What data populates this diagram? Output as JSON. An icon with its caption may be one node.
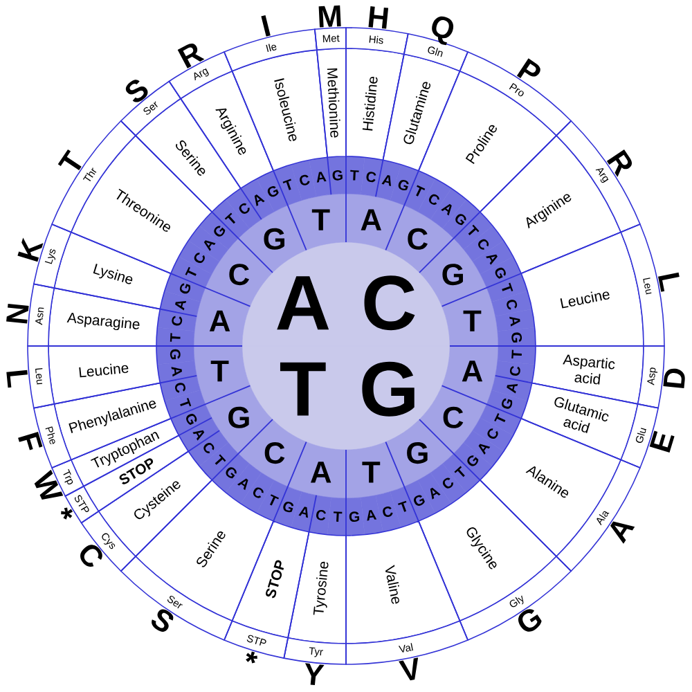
{
  "diagram": {
    "nodes": [
      {
        "text": [
          "A"
        ]
      },
      {
        "text": [
          "C"
        ]
      },
      {
        "text": [
          "G"
        ]
      },
      {
        "text": [
          "T"
        ]
      },
      {
        "text": [
          "A"
        ]
      },
      {
        "text": [
          "C"
        ]
      },
      {
        "text": [
          "G"
        ]
      },
      {
        "text": [
          "T"
        ]
      },
      {
        "text": [
          "A"
        ]
      },
      {
        "text": [
          "C"
        ]
      },
      {
        "text": [
          "G"
        ]
      },
      {
        "text": [
          "T"
        ]
      },
      {
        "text": [
          "A"
        ]
      },
      {
        "text": [
          "C"
        ]
      },
      {
        "text": [
          "G"
        ]
      },
      {
        "text": [
          "T"
        ]
      },
      {
        "text": [
          "A"
        ]
      },
      {
        "text": [
          "C"
        ]
      },
      {
        "text": [
          "G"
        ]
      },
      {
        "text": [
          "T"
        ]
      },
      {
        "text": [
          "T"
        ]
      },
      {
        "text": [
          "C"
        ]
      },
      {
        "text": [
          "A"
        ]
      },
      {
        "text": [
          "G"
        ]
      },
      {
        "text": [
          "T"
        ]
      },
      {
        "text": [
          "C"
        ]
      },
      {
        "text": [
          "A"
        ]
      },
      {
        "text": [
          "G"
        ]
      },
      {
        "text": [
          "T"
        ]
      },
      {
        "text": [
          "C"
        ]
      },
      {
        "text": [
          "A"
        ]
      },
      {
        "text": [
          "G"
        ]
      },
      {
        "text": [
          "T"
        ]
      },
      {
        "text": [
          "C"
        ]
      },
      {
        "text": [
          "A"
        ]
      },
      {
        "text": [
          "G"
        ]
      },
      {
        "text": [
          "T"
        ]
      },
      {
        "text": [
          "C"
        ]
      },
      {
        "text": [
          "A"
        ]
      },
      {
        "text": [
          "G"
        ]
      },
      {
        "text": [
          "T"
        ]
      },
      {
        "text": [
          "C"
        ]
      },
      {
        "text": [
          "A"
        ]
      },
      {
        "text": [
          "G"
        ]
      },
      {
        "text": [
          "T"
        ]
      },
      {
        "text": [
          "C"
        ]
      },
      {
        "text": [
          "A"
        ]
      },
      {
        "text": [
          "G"
        ]
      },
      {
        "text": [
          "T"
        ]
      },
      {
        "text": [
          "C"
        ]
      },
      {
        "text": [
          "A"
        ]
      },
      {
        "text": [
          "G"
        ]
      },
      {
        "text": [
          "T"
        ]
      },
      {
        "text": [
          "C"
        ]
      },
      {
        "text": [
          "A"
        ]
      },
      {
        "text": [
          "G"
        ]
      },
      {
        "text": [
          "T"
        ]
      },
      {
        "text": [
          "C"
        ]
      },
      {
        "text": [
          "A"
        ]
      },
      {
        "text": [
          "G"
        ]
      },
      {
        "text": [
          "T"
        ]
      },
      {
        "text": [
          "C"
        ]
      },
      {
        "text": [
          "A"
        ]
      },
      {
        "text": [
          "G"
        ]
      },
      {
        "text": [
          "T"
        ]
      },
      {
        "text": [
          "C"
        ]
      },
      {
        "text": [
          "A"
        ]
      },
      {
        "text": [
          "G"
        ]
      },
      {
        "text": [
          "T"
        ]
      },
      {
        "text": [
          "C"
        ]
      },
      {
        "text": [
          "A"
        ]
      },
      {
        "text": [
          "G"
        ]
      },
      {
        "text": [
          "T"
        ]
      },
      {
        "text": [
          "C"
        ]
      },
      {
        "text": [
          "A"
        ]
      },
      {
        "text": [
          "G"
        ]
      },
      {
        "text": [
          "T"
        ]
      },
      {
        "text": [
          "C"
        ]
      },
      {
        "text": [
          "A"
        ]
      },
      {
        "text": [
          "G"
        ]
      },
      {
        "text": [
          "T"
        ]
      },
      {
        "text": [
          "C"
        ]
      },
      {
        "text": [
          "A"
        ]
      },
      {
        "text": [
          "G"
        ]
      },
      {
        "text": [
          "Asparagine"
        ]
      },
      {
        "text": [
          "Lysine"
        ]
      },
      {
        "text": [
          "Threonine"
        ]
      },
      {
        "text": [
          "Serine"
        ]
      },
      {
        "text": [
          "Arginine"
        ]
      },
      {
        "text": [
          "Isoleucine"
        ]
      },
      {
        "text": [
          "Methionine"
        ]
      },
      {
        "text": [
          "Histidine"
        ]
      },
      {
        "text": [
          "Glutamine"
        ]
      },
      {
        "text": [
          "Proline"
        ]
      },
      {
        "text": [
          "Arginine"
        ]
      },
      {
        "text": [
          "Leucine"
        ]
      },
      {
        "text": [
          "Aspartic acid"
        ]
      },
      {
        "text": [
          "Glutamic acid"
        ]
      },
      {
        "text": [
          "Alanine"
        ]
      },
      {
        "text": [
          "Glycine"
        ]
      },
      {
        "text": [
          "Valine"
        ]
      },
      {
        "text": [
          "Tyrosine"
        ]
      },
      {
        "text": [
          "STOP"
        ]
      },
      {
        "text": [
          "Serine"
        ]
      },
      {
        "text": [
          "Cysteine"
        ]
      },
      {
        "text": [
          "STOP"
        ]
      },
      {
        "text": [
          "Tryptophan"
        ]
      },
      {
        "text": [
          "Phenylalanine"
        ]
      },
      {
        "text": [
          "Leucine"
        ]
      },
      {
        "text": [
          "Asn"
        ]
      },
      {
        "text": [
          "Lys"
        ]
      },
      {
        "text": [
          "Thr"
        ]
      },
      {
        "text": [
          "Ser"
        ]
      },
      {
        "text": [
          "Arg"
        ]
      },
      {
        "text": [
          "Ile"
        ]
      },
      {
        "text": [
          "Met"
        ]
      },
      {
        "text": [
          "His"
        ]
      },
      {
        "text": [
          "Gln"
        ]
      },
      {
        "text": [
          "Pro"
        ]
      },
      {
        "text": [
          "Arg"
        ]
      },
      {
        "text": [
          "Leu"
        ]
      },
      {
        "text": [
          "Asp"
        ]
      },
      {
        "text": [
          "Glu"
        ]
      },
      {
        "text": [
          "Ala"
        ]
      },
      {
        "text": [
          "Gly"
        ]
      },
      {
        "text": [
          "Val"
        ]
      },
      {
        "text": [
          "Tyr"
        ]
      },
      {
        "text": [
          "STP"
        ]
      },
      {
        "text": [
          "Ser"
        ]
      },
      {
        "text": [
          "Cys"
        ]
      },
      {
        "text": [
          "STP"
        ]
      },
      {
        "text": [
          "Trp"
        ]
      },
      {
        "text": [
          "Phe"
        ]
      },
      {
        "text": [
          "Leu"
        ]
      }
    ],
    "labels": [
      "N",
      "K",
      "T",
      "S",
      "R",
      "I",
      "M",
      "H",
      "Q",
      "P",
      "R",
      "L",
      "D",
      "E",
      "A",
      "G",
      "V",
      "Y",
      "*",
      "S",
      "C",
      "*",
      "W",
      "F",
      "L"
    ]
  }
}
